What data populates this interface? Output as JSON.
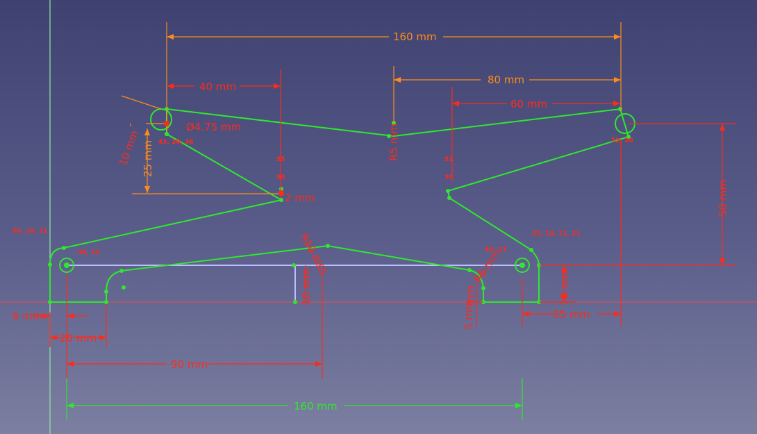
{
  "colors": {
    "geometry": "#2ee82e",
    "dim_orange": "#ff8c1a",
    "dim_red": "#ff2a1a",
    "dim_green": "#2ee82e",
    "construction": "#bcbcff",
    "axis_x": "#e05050",
    "axis_y": "#8fe8a8"
  },
  "dimensions": {
    "top_width": "160 mm",
    "right_half": "80 mm",
    "left_offset": "40 mm",
    "right_offset": "60 mm",
    "hole_diameter": "Ø4.75 mm",
    "slot_len": "10 mm",
    "left_vertical": "25 mm",
    "pivot_len": "2 mm",
    "right_height": "50 mm",
    "arc_radius": "R10 mm",
    "center_height": "10 mm",
    "right_foot": "18 mm",
    "small_5": "5 mm",
    "left_6": "6 mm",
    "left_20": "20 mm",
    "mid_90": "90 mm",
    "bottom_160": "160 mm",
    "right_35": "35 mm",
    "right_r6": "R6 mm",
    "left_r5": "R5 mm",
    "mid_small": "mm"
  },
  "constraints": {
    "c1": "55, 10, 21",
    "c2": "49, 22",
    "c3": "55, 10, 11, 21",
    "c4": "49, 31",
    "c5": "43, 20, 36",
    "c6": "52, 20",
    "c7": "55",
    "c8": "50",
    "c9": "51",
    "c10": "30"
  }
}
